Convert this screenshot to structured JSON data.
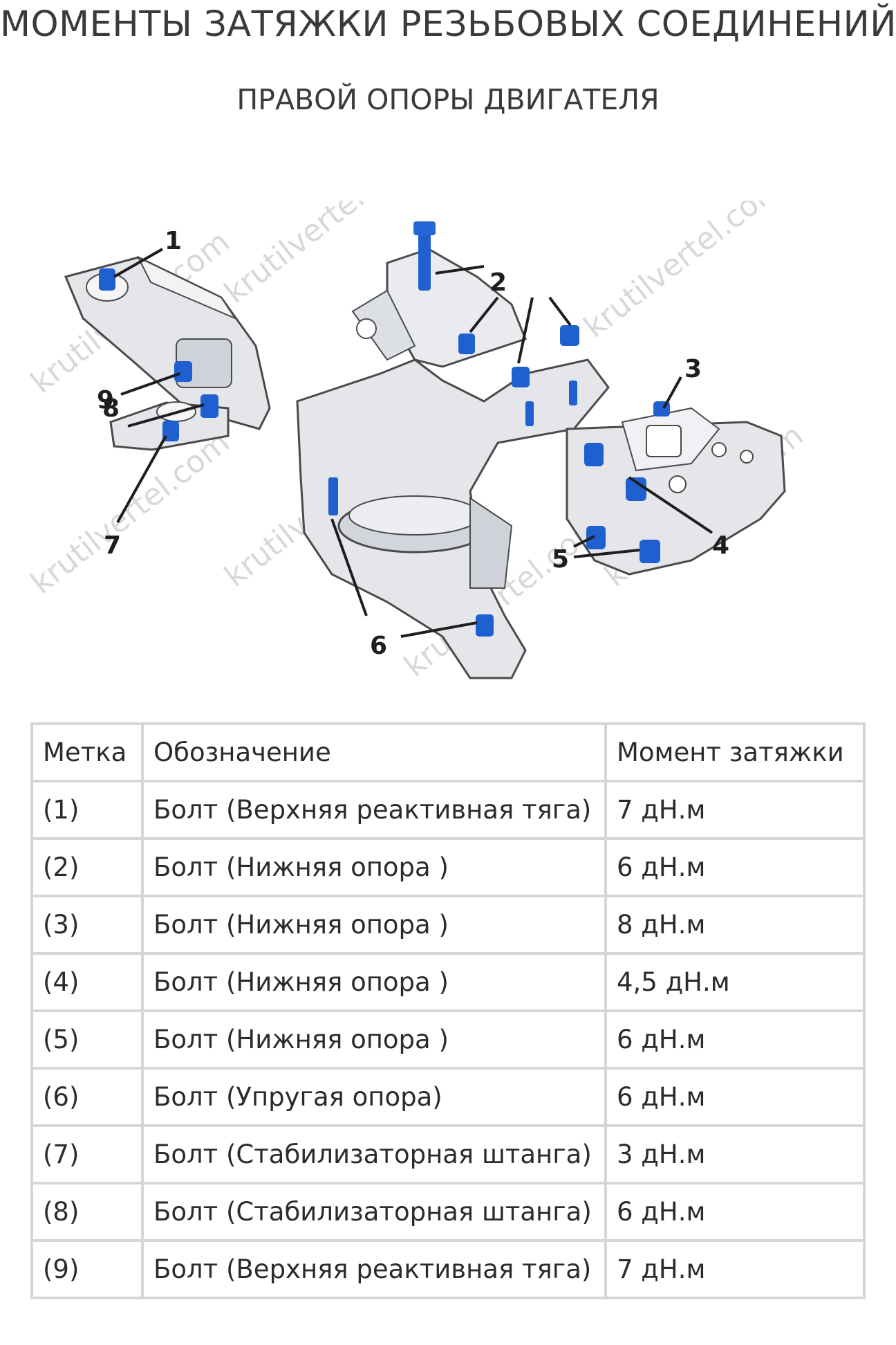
{
  "header": {
    "title": "МОМЕНТЫ ЗАТЯЖКИ РЕЗЬБОВЫХ СОЕДИНЕНИЙ",
    "subtitle": "ПРАВОЙ ОПОРЫ ДВИГАТЕЛЯ"
  },
  "figure": {
    "callouts": [
      "1",
      "2",
      "3",
      "4",
      "5",
      "6",
      "7",
      "8",
      "9"
    ],
    "watermark": "krutilvertel.com",
    "colors": {
      "bolt": "#1f5fd0",
      "part": "#e4e6ea",
      "outline": "#4a4a4a",
      "leader": "#1e1e1e"
    }
  },
  "table": {
    "headers": [
      "Метка",
      "Обозначение",
      "Момент затяжки"
    ],
    "rows": [
      [
        "(1)",
        "Болт (Верхняя реактивная тяга)",
        "7 дН.м"
      ],
      [
        "(2)",
        "Болт (Нижняя опора )",
        "6 дН.м"
      ],
      [
        "(3)",
        "Болт (Нижняя опора )",
        "8 дН.м"
      ],
      [
        "(4)",
        "Болт (Нижняя опора )",
        "4,5 дН.м"
      ],
      [
        "(5)",
        "Болт (Нижняя опора )",
        "6 дН.м"
      ],
      [
        "(6)",
        "Болт (Упругая опора)",
        "6 дН.м"
      ],
      [
        "(7)",
        "Болт (Стабилизаторная штанга)",
        "3 дН.м"
      ],
      [
        "(8)",
        "Болт (Стабилизаторная штанга)",
        "6 дН.м"
      ],
      [
        "(9)",
        "Болт (Верхняя реактивная тяга)",
        "7 дН.м"
      ]
    ]
  }
}
